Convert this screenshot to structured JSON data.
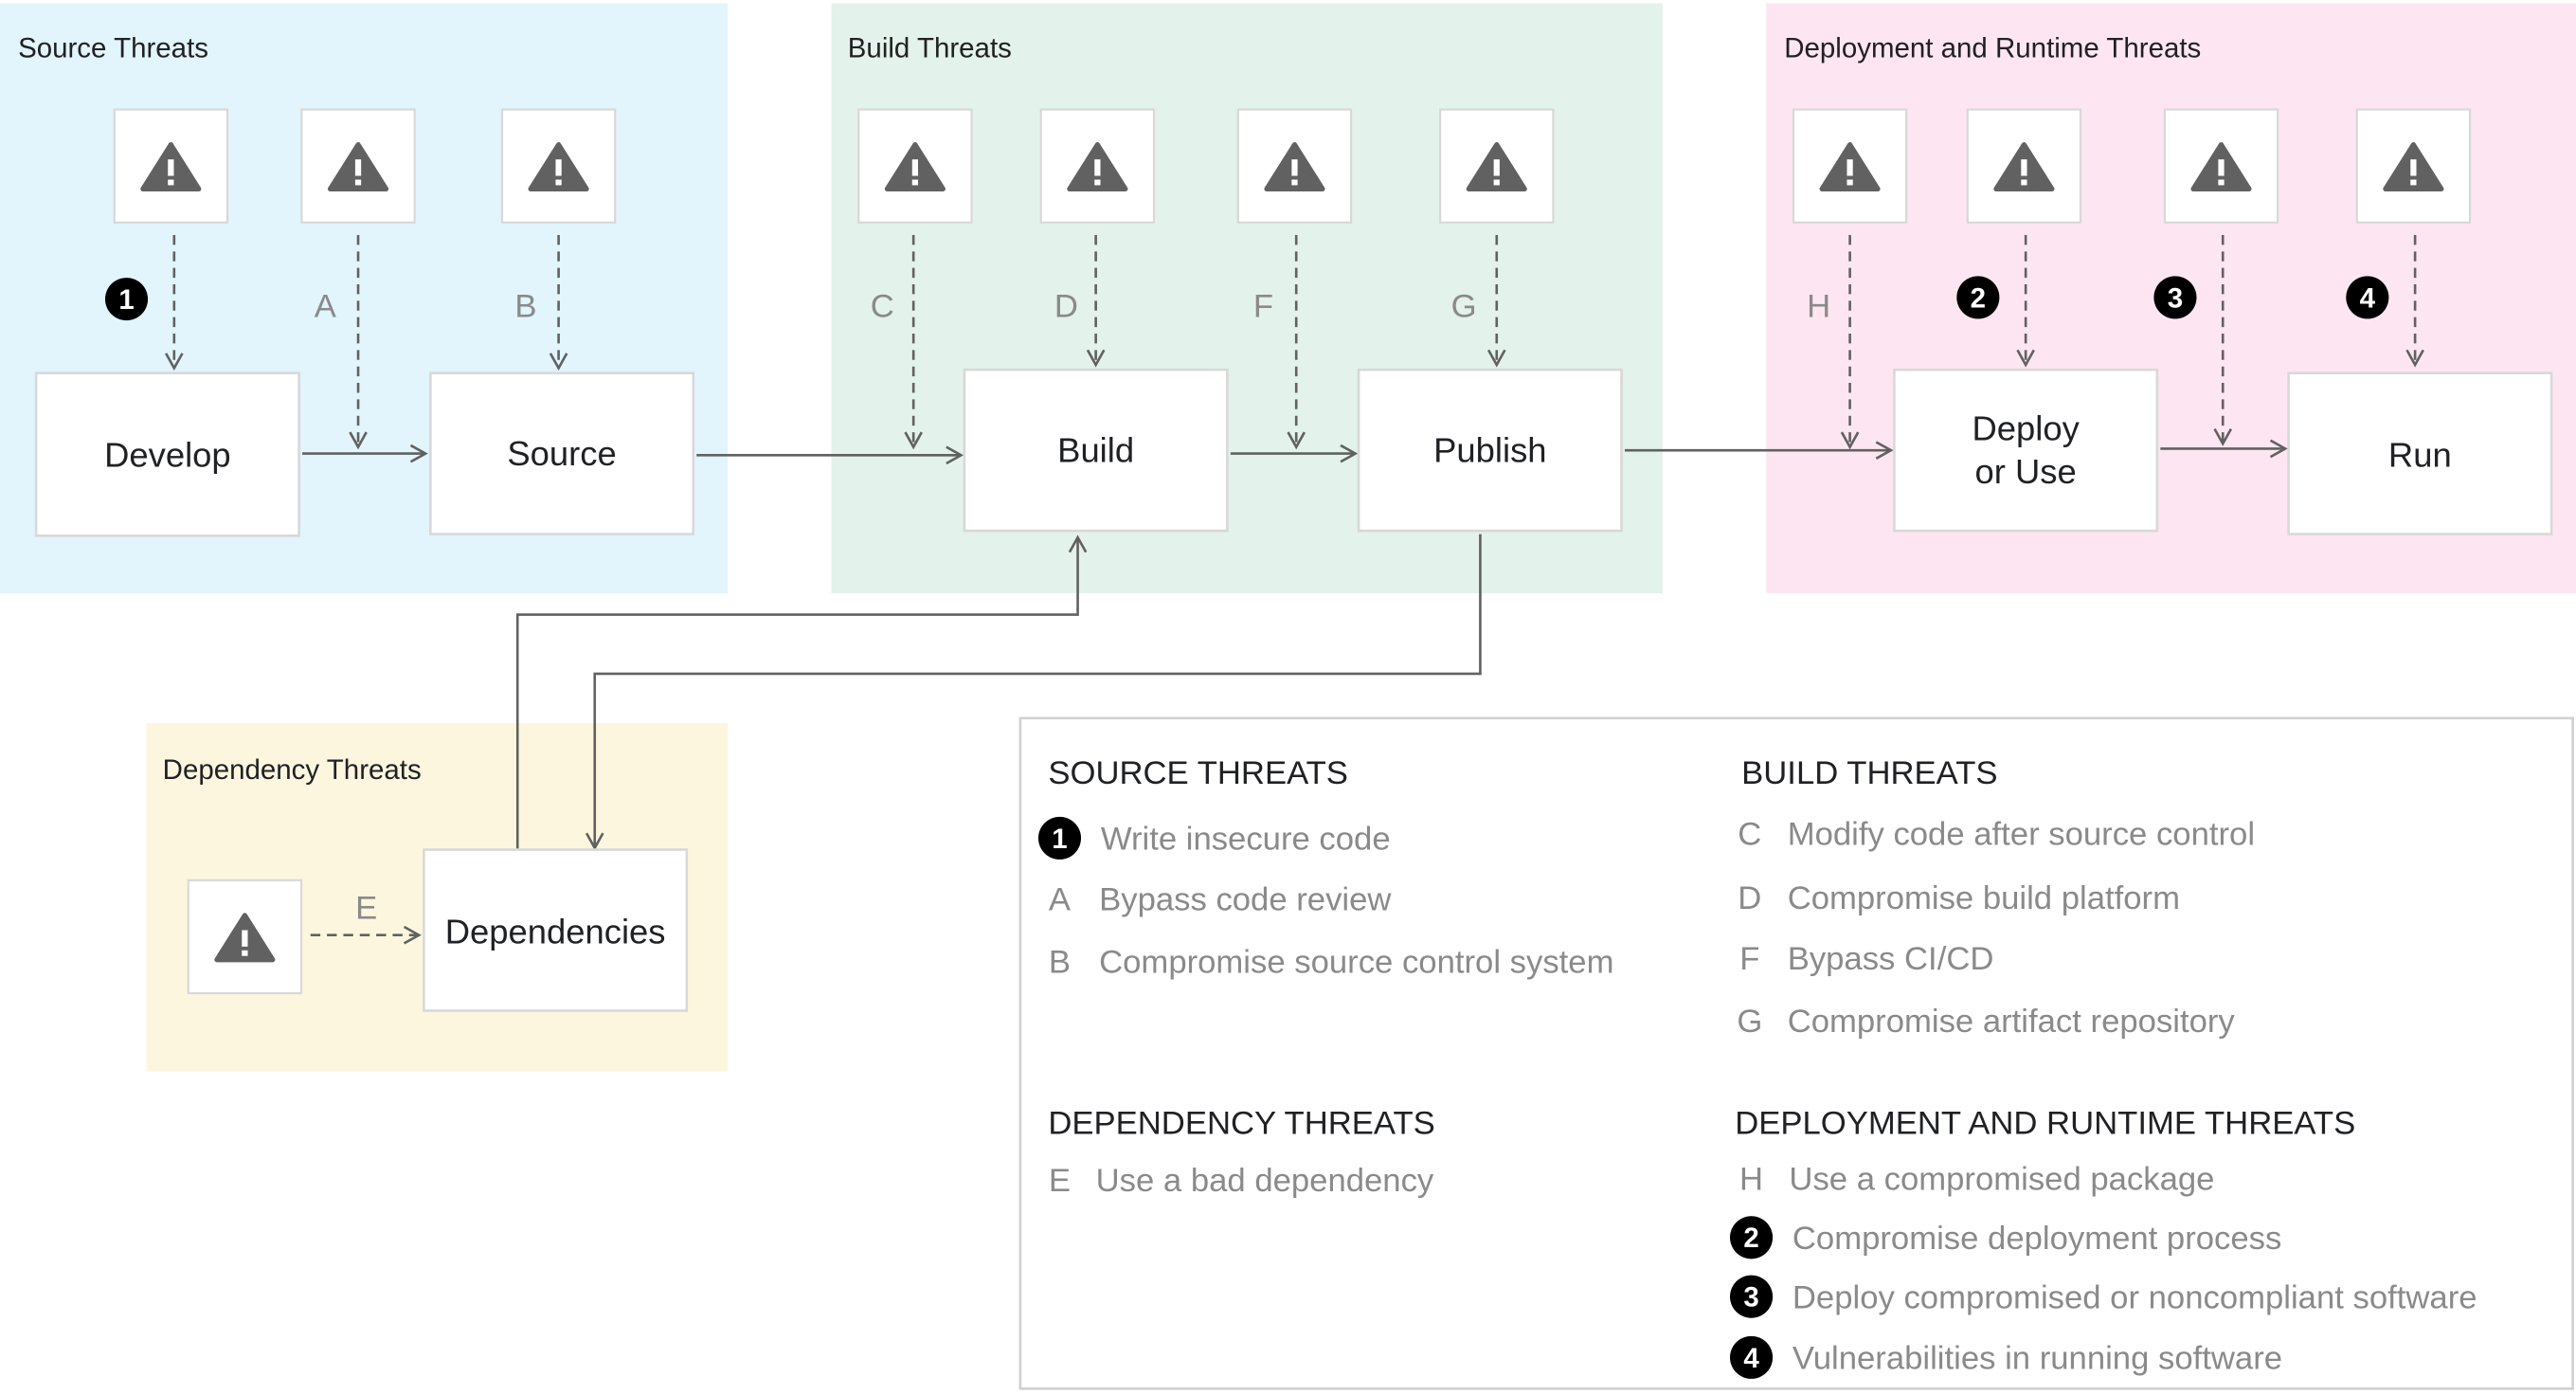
{
  "colors": {
    "source_zone": "#e2f4fc",
    "build_zone": "#e3f2ea",
    "deploy_zone": "#fde6f1",
    "dependency_zone": "#fdf6df",
    "box_stroke": "#d8d8d8",
    "warning": "#616161",
    "arrow": "#616161",
    "badge": "#000000",
    "muted_text": "#8a8a8a",
    "text": "#202124"
  },
  "zones": {
    "source": "Source Threats",
    "build": "Build Threats",
    "deploy": "Deployment and Runtime Threats",
    "dependency": "Dependency Threats"
  },
  "steps": {
    "develop": "Develop",
    "source": "Source",
    "build": "Build",
    "publish": "Publish",
    "deploy_line1": "Deploy",
    "deploy_line2": "or Use",
    "run": "Run",
    "dependencies": "Dependencies"
  },
  "threat_labels": {
    "n1": "1",
    "a": "A",
    "b": "B",
    "c": "C",
    "d": "D",
    "f": "F",
    "g": "G",
    "h": "H",
    "n2": "2",
    "n3": "3",
    "n4": "4",
    "e": "E"
  },
  "icons": {
    "warning": "warning-icon"
  },
  "legend": {
    "source_title": "SOURCE THREATS",
    "source_items": [
      {
        "marker": "1",
        "text": "Write insecure code"
      },
      {
        "marker": "A",
        "text": "Bypass code review"
      },
      {
        "marker": "B",
        "text": "Compromise source control system"
      }
    ],
    "build_title": "BUILD THREATS",
    "build_items": [
      {
        "marker": "C",
        "text": "Modify code after source control"
      },
      {
        "marker": "D",
        "text": "Compromise build platform"
      },
      {
        "marker": "F",
        "text": "Bypass CI/CD"
      },
      {
        "marker": "G",
        "text": "Compromise artifact repository"
      }
    ],
    "dependency_title": "DEPENDENCY THREATS",
    "dependency_items": [
      {
        "marker": "E",
        "text": "Use a bad dependency"
      }
    ],
    "deploy_title": "DEPLOYMENT AND RUNTIME THREATS",
    "deploy_items": [
      {
        "marker": "H",
        "text": "Use a compromised package"
      },
      {
        "marker": "2",
        "text": "Compromise deployment process"
      },
      {
        "marker": "3",
        "text": "Deploy compromised or noncompliant software"
      },
      {
        "marker": "4",
        "text": "Vulnerabilities in running software"
      }
    ]
  }
}
